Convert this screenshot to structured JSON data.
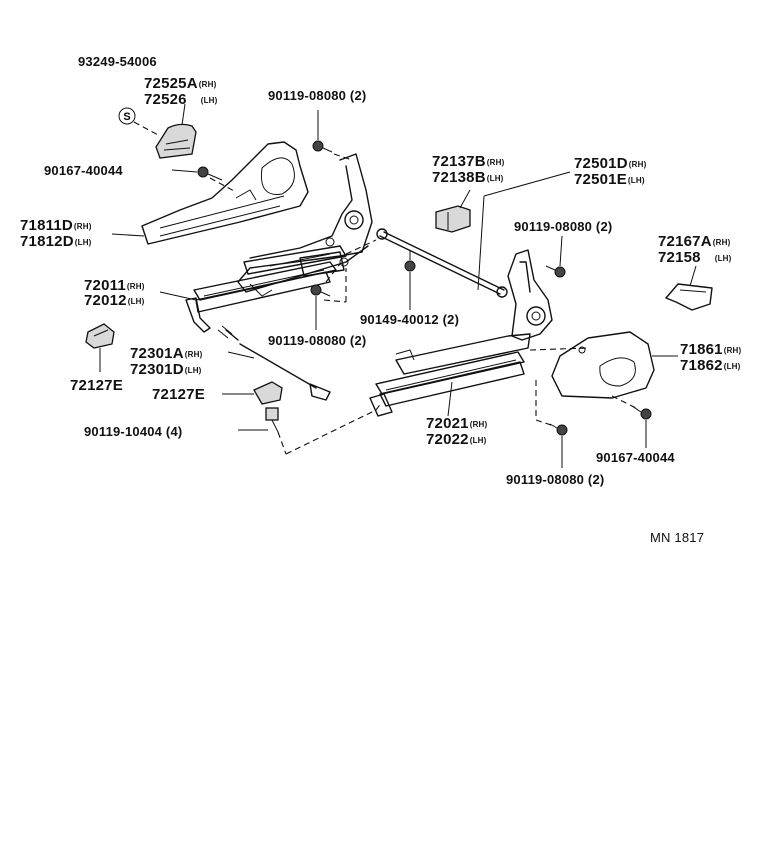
{
  "labels": {
    "p93249": "93249-54006",
    "p72525a": "72525A",
    "p72526": "72526",
    "p90119_a": "90119-08080 (2)",
    "p90167_a": "90167-40044",
    "p71811d": "71811D",
    "p71812d": "71812D",
    "p72137b": "72137B",
    "p72138b": "72138B",
    "p72501d": "72501D",
    "p72501e": "72501E",
    "p90119_b": "90119-08080 (2)",
    "p72167a": "72167A",
    "p72158": "72158",
    "p72011": "72011",
    "p72012": "72012",
    "p90149": "90149-40012 (2)",
    "p90119_c": "90119-08080 (2)",
    "p72301a": "72301A",
    "p72301d": "72301D",
    "p72127e_a": "72127E",
    "p72127e_b": "72127E",
    "p90119_104": "90119-10404 (4)",
    "p71861": "71861",
    "p71862": "71862",
    "p72021": "72021",
    "p72022": "72022",
    "p90167_b": "90167-40044",
    "p90119_d": "90119-08080 (2)",
    "code": "MN 1817"
  },
  "suffix": {
    "rh": "(RH)",
    "lh": "(LH)"
  },
  "symbols": {
    "s_mark": "S"
  }
}
